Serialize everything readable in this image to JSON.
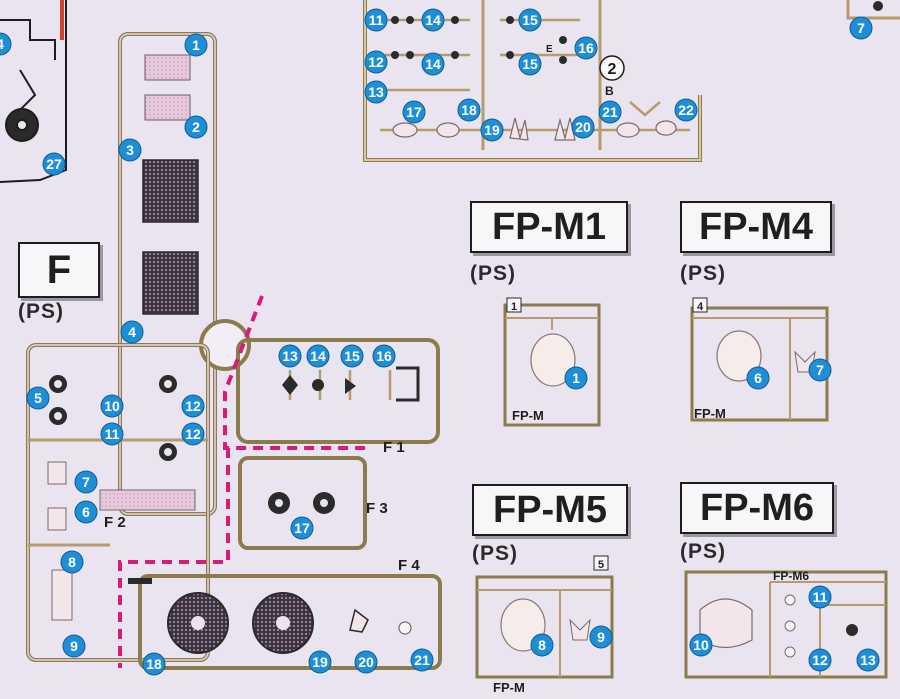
{
  "colors": {
    "background": "#e9e4f0",
    "runner": "#b99a6a",
    "callout": "#1e8fd6",
    "pink_fill": "#e3c6d8",
    "cut_line": "#d81b78",
    "title_text": "#1f1f1f"
  },
  "runners": {
    "F": {
      "title": "F",
      "material": "(PS)",
      "part_numbers": [
        "1",
        "2",
        "3",
        "4",
        "5",
        "6",
        "7",
        "8",
        "9",
        "10",
        "11",
        "12",
        "12",
        "13",
        "14",
        "15",
        "16",
        "17",
        "18",
        "19",
        "20",
        "21"
      ],
      "tags": {
        "f1": "F 1",
        "f2": "F 2",
        "f3": "F 3",
        "f4": "F 4"
      }
    },
    "top_runner": {
      "part_numbers": [
        "11",
        "14",
        "15",
        "12",
        "14",
        "15",
        "16",
        "13",
        "17",
        "18",
        "19",
        "20",
        "21",
        "22"
      ],
      "tag_number": "2",
      "tag_letter": "B",
      "small_letter": "E"
    },
    "top_left_fragment": {
      "part_numbers": [
        "4",
        "27"
      ]
    },
    "top_right_fragment": {
      "part_numbers": [
        "7"
      ]
    },
    "FP_M1": {
      "title": "FP-M1",
      "material": "(PS)",
      "frame_number": "1",
      "frame_label": "FP-M",
      "part_numbers": [
        "1"
      ]
    },
    "FP_M4": {
      "title": "FP-M4",
      "material": "(PS)",
      "frame_number": "4",
      "frame_label": "FP-M",
      "part_numbers": [
        "6",
        "7"
      ]
    },
    "FP_M5": {
      "title": "FP-M5",
      "material": "(PS)",
      "frame_number": "5",
      "frame_label": "FP-M",
      "part_numbers": [
        "8",
        "9"
      ]
    },
    "FP_M6": {
      "title": "FP-M6",
      "material": "(PS)",
      "frame_label": "FP-M6",
      "part_numbers": [
        "10",
        "11",
        "12",
        "13"
      ]
    }
  }
}
